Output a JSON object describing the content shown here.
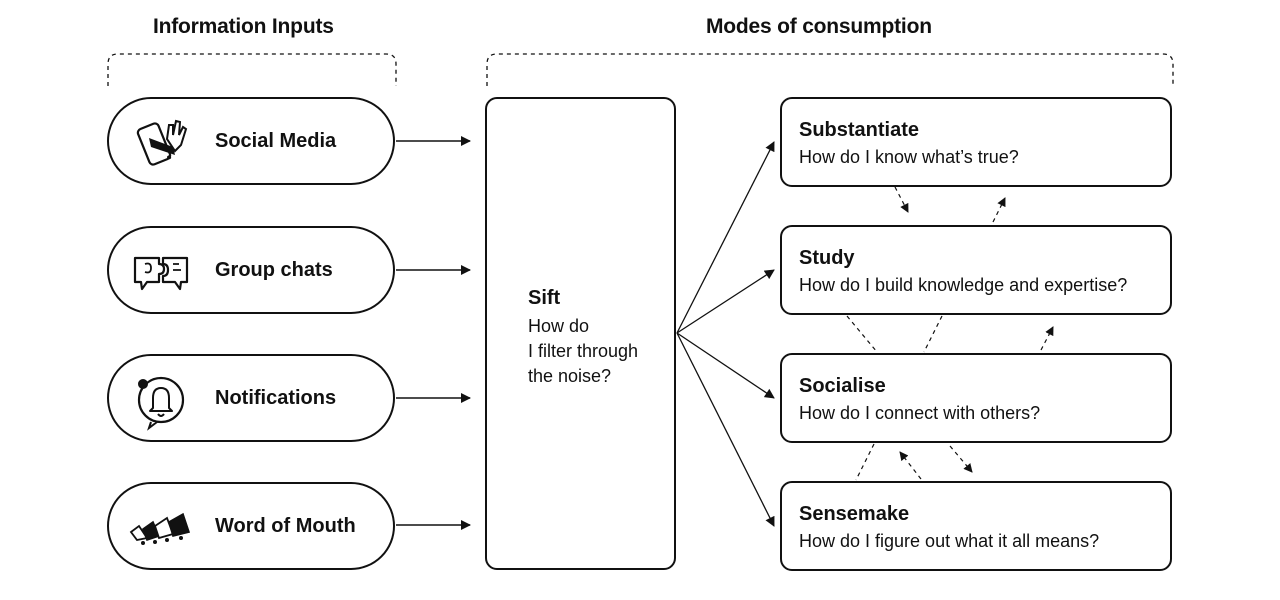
{
  "headings": {
    "inputs": "Information Inputs",
    "modes": "Modes of consumption"
  },
  "inputs": [
    {
      "label": "Social Media",
      "icon": "phone-hand-icon"
    },
    {
      "label": "Group chats",
      "icon": "chat-puzzle-icon"
    },
    {
      "label": "Notifications",
      "icon": "bell-icon"
    },
    {
      "label": "Word of Mouth",
      "icon": "megaphones-icon"
    }
  ],
  "sift": {
    "title": "Sift",
    "question": "How do\nI filter through\nthe noise?"
  },
  "modes": [
    {
      "title": "Substantiate",
      "question": "How do I know what’s true?"
    },
    {
      "title": "Study",
      "question": "How do I build knowledge and expertise?"
    },
    {
      "title": "Socialise",
      "question": "How do I connect with others?"
    },
    {
      "title": "Sensemake",
      "question": "How do I figure out what it all means?"
    }
  ]
}
